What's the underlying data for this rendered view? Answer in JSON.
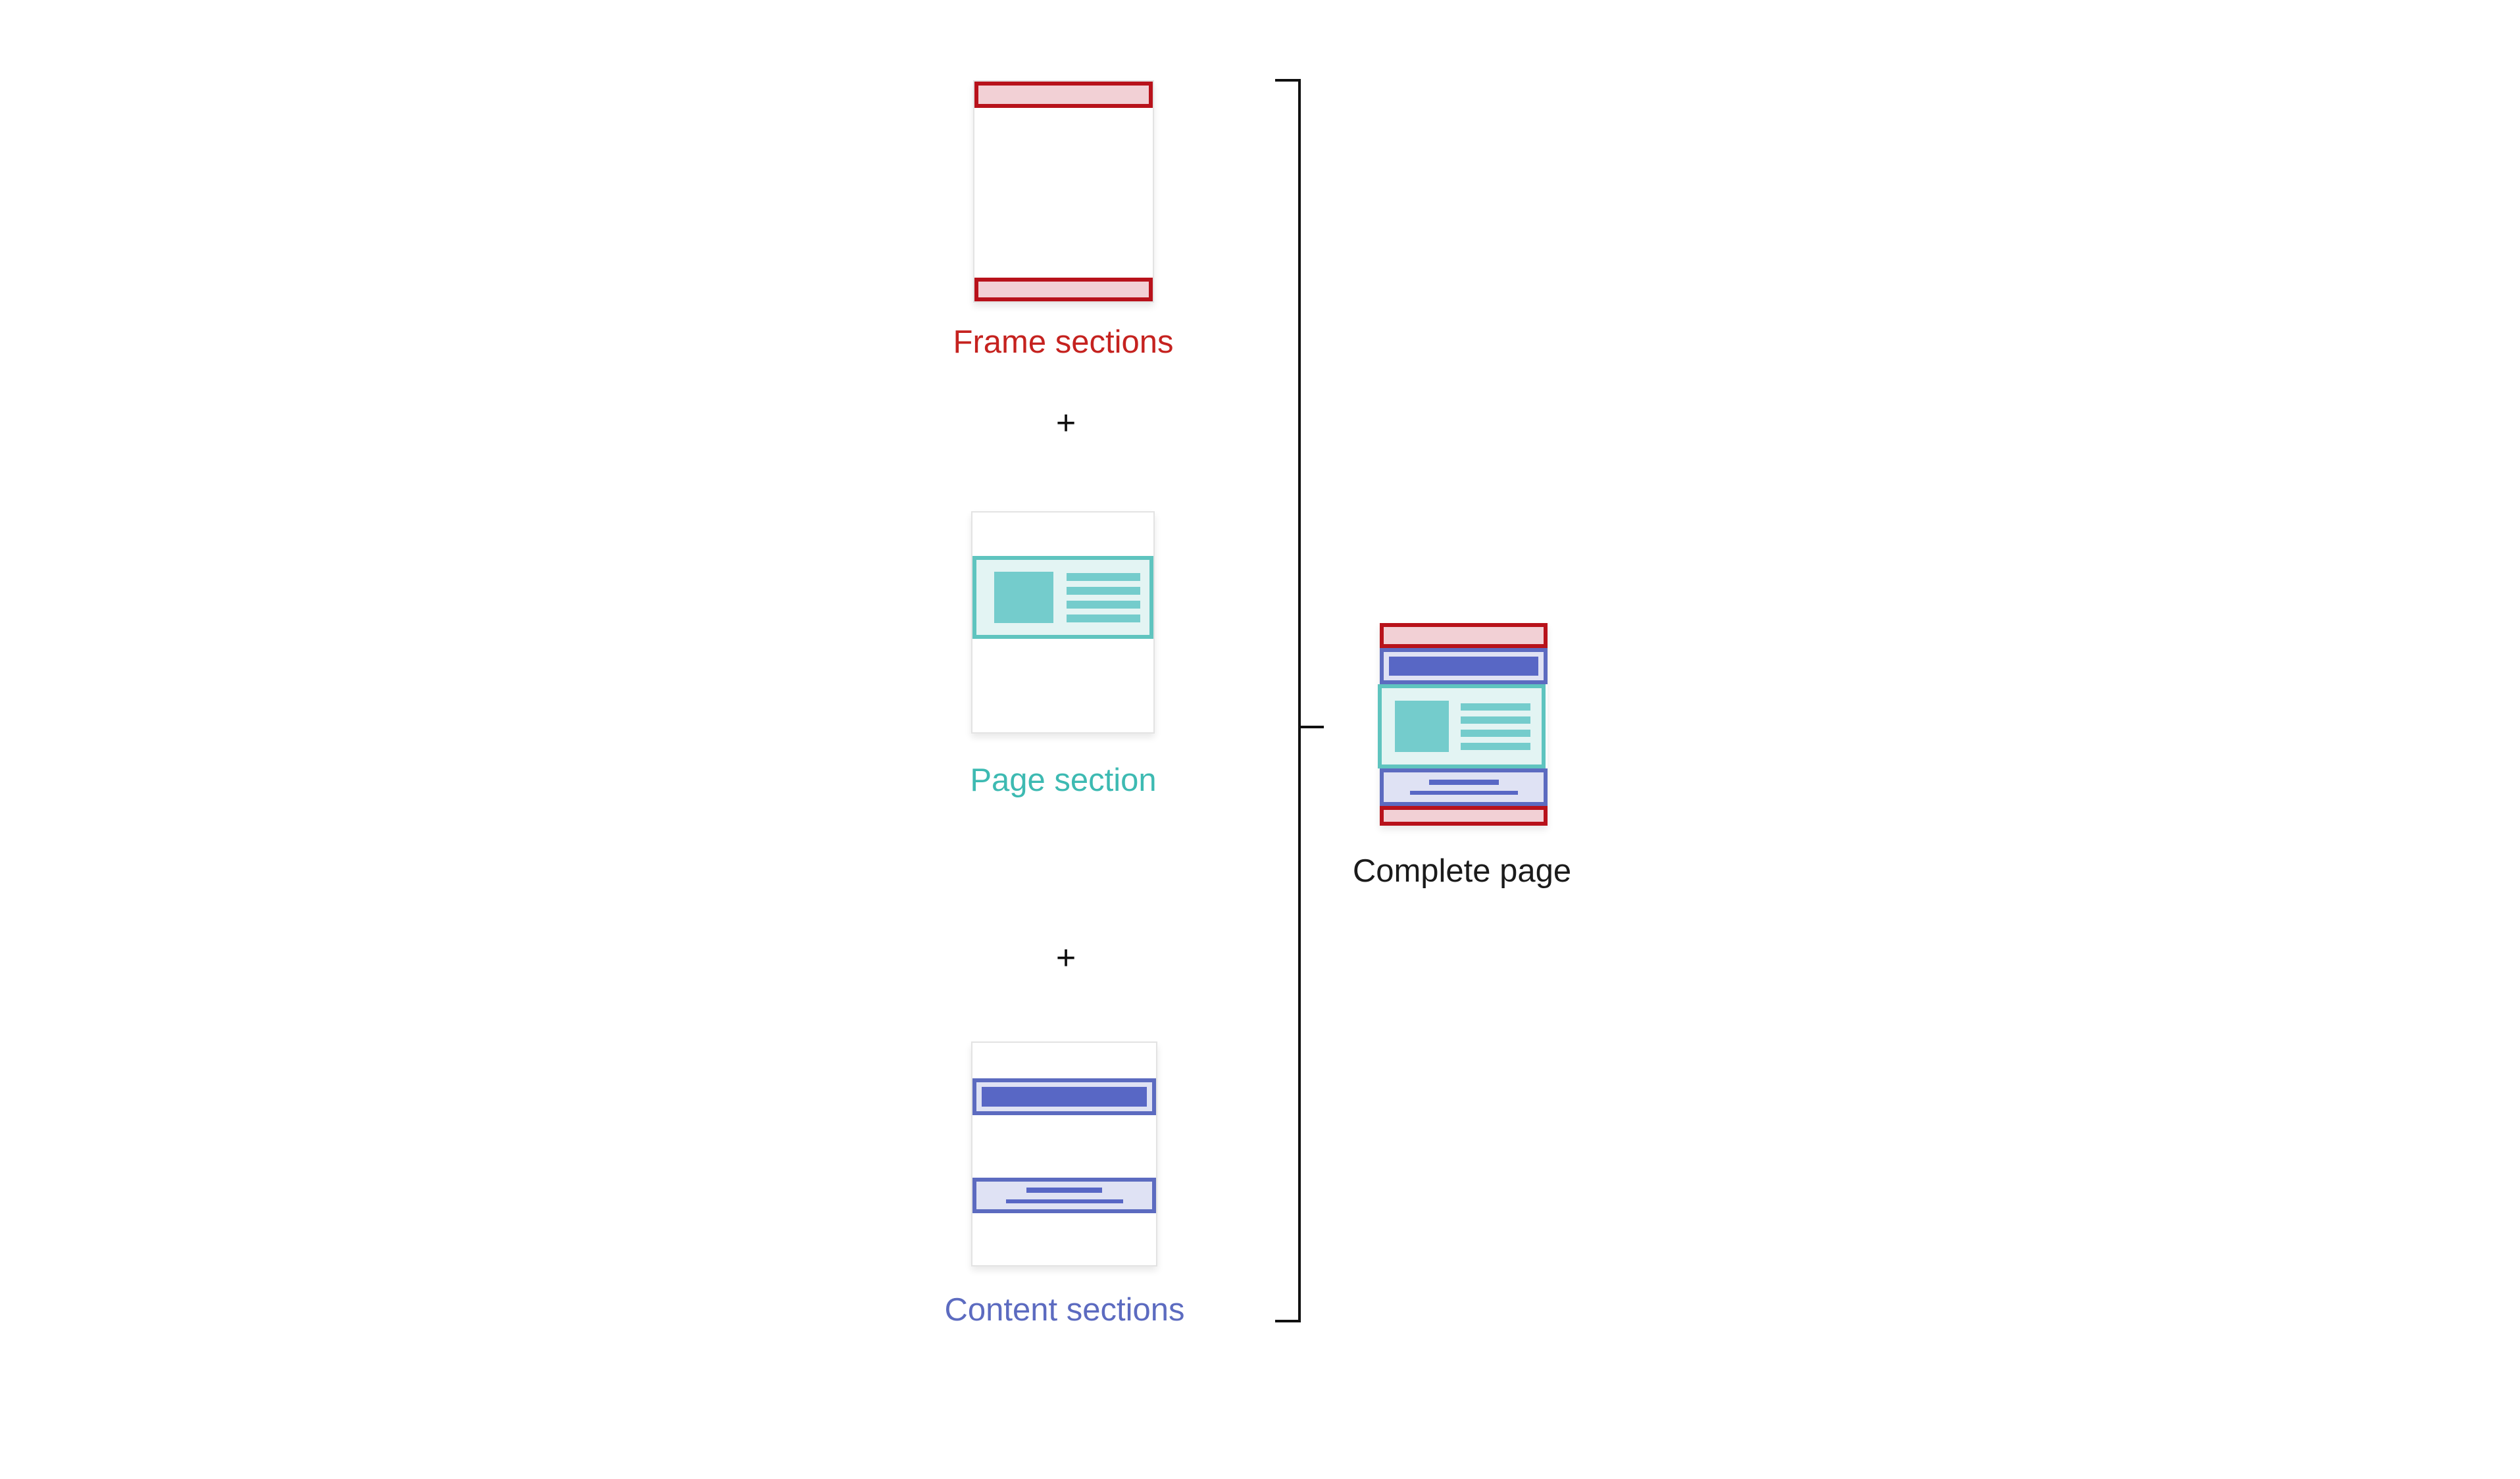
{
  "diagram": {
    "plus": "+",
    "items": [
      {
        "id": "frame-sections",
        "label": "Frame sections",
        "label_color": "#c5221f",
        "border_color": "#b8121b",
        "fill_color": "#f2d0d5"
      },
      {
        "id": "page-section",
        "label": "Page section",
        "label_color": "#3dbab2",
        "border_color": "#5fc4bf",
        "fill_color": "#e3f4f3",
        "solid_color": "#74cccc"
      },
      {
        "id": "content-sections",
        "label": "Content sections",
        "label_color": "#5c6bc0",
        "border_color": "#5c6bc0",
        "fill_color": "#dfe2f4",
        "solid_color": "#5867c5"
      }
    ],
    "result": {
      "label": "Complete page",
      "label_color": "#1b1b1b"
    },
    "bracket_color": "#111111",
    "card_border_color": "#e3e3e3",
    "background": "#ffffff"
  }
}
